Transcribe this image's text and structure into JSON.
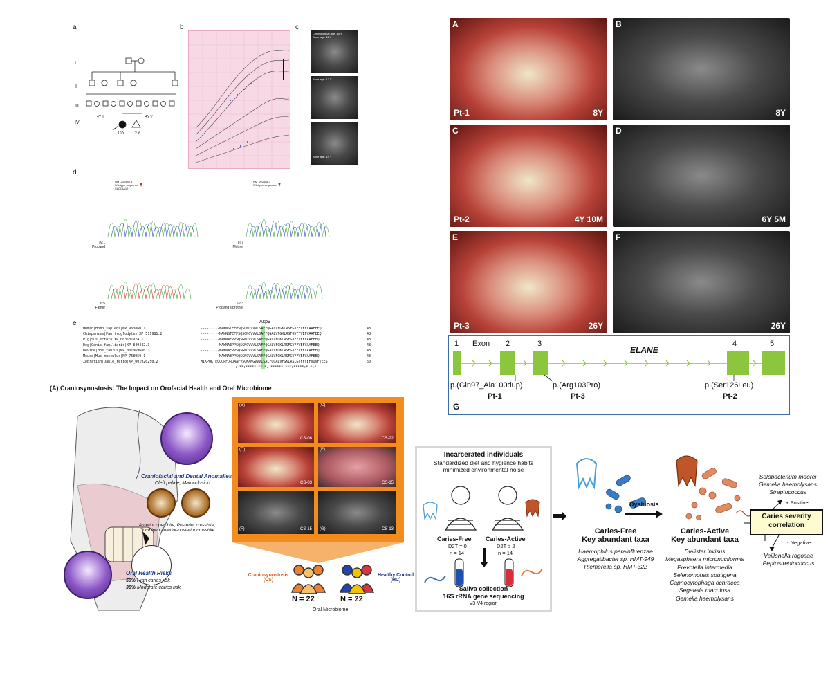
{
  "fig1": {
    "panels": [
      "a",
      "b",
      "c",
      "d",
      "e"
    ],
    "pedigree": {
      "generations": [
        "I",
        "II",
        "III",
        "IV"
      ],
      "ages": [
        "10 Y",
        "2 Y"
      ],
      "labels": [
        "4Y Y",
        "4Y Y"
      ]
    },
    "xray_captions": [
      "Chronological age: 10 Y\nBone age: 11 Y",
      "Bone age: 12 Y",
      "Bone age: 14 Y"
    ],
    "chromatograms": [
      {
        "title": "NM_201586.3\nWildtype sequence\nSLC16A12",
        "who": "IV:1\nProband"
      },
      {
        "title": "NM_201586.3\nWildtype sequence",
        "who": "III:7\nMother"
      },
      {
        "title": "",
        "who": "III:5\nFather"
      },
      {
        "title": "",
        "who": "IV:3\nProband's brother"
      }
    ],
    "alignment": {
      "header": "Asp9",
      "rows": [
        {
          "name": "Human|Homo_sapiens|NP_963860.1",
          "seq": "---------MAWNSTEFPSQSGNGVVVLSAFFQGALVFGKLRSFGVFFVEFVAAFEEQ",
          "n": "48"
        },
        {
          "name": "Chimpanzee|Pan_troglodytes|XP_511981.2",
          "seq": "---------MAWNSTEFPSQSGNGVVVLSAFFQGALVFGKLRSFGVFFVEFVAAFEEQ",
          "n": "48"
        },
        {
          "name": "Pig|Sus_scrofa|XP_003131974.1",
          "seq": "---------MAWNAEPPSQSGNGVVVLSAFFQGALVFGKLRSFGVFFVEFVAAFEEQ",
          "n": "48"
        },
        {
          "name": "Dog|Canis_familiaris|XP_849442.3",
          "seq": "---------MAWNAEPPSQSGNGVVVLSAFFQGALVFGKLRSFGVFFVEFVAAFEEQ",
          "n": "48"
        },
        {
          "name": "Bovine|Bos_taurus|NP_001069680.1",
          "seq": "---------MAWNAEPPSQSGNGVVVLSAFFQGALVFGKLRSFGVFFVEFVAAFEEQ",
          "n": "48"
        },
        {
          "name": "Mouse|Mus_musculus|NP_758959.1",
          "seq": "---------MAWNAEPPSQSGNGVVVLSAFFQGALVFGKLRSFGVFFVEFVAAFEEQ",
          "n": "48"
        },
        {
          "name": "Zebrafish|Danio_rerio|XP_001920250.2",
          "seq": "MIKPQKTECQQPFDRQAAFVSGKANGVVVLSALFQGALVFGKLRSLGVFFVEFVQVFTEES",
          "n": "60"
        }
      ],
      "consensus": ":  **:*****:** *. ******:***:*****:*  *:*"
    }
  },
  "fig2": {
    "panels": [
      {
        "letter": "A",
        "label": "Pt-1",
        "age": "8Y"
      },
      {
        "letter": "B",
        "label": "",
        "age": "8Y"
      },
      {
        "letter": "C",
        "label": "Pt-2",
        "age": "4Y 10M"
      },
      {
        "letter": "D",
        "label": "",
        "age": "6Y 5M"
      },
      {
        "letter": "E",
        "label": "Pt-3",
        "age": "26Y"
      },
      {
        "letter": "F",
        "label": "",
        "age": "26Y"
      }
    ],
    "gene": {
      "panel_letter": "G",
      "name": "ELANE",
      "exon_word": "Exon",
      "exons": [
        "1",
        "2",
        "3",
        "4",
        "5"
      ],
      "variants": [
        {
          "change": "p.(Gln97_Ala100dup)",
          "patient": "Pt-1"
        },
        {
          "change": "p.(Arg103Pro)",
          "patient": "Pt-3"
        },
        {
          "change": "p.(Ser126Leu)",
          "patient": "Pt-2"
        }
      ],
      "color": "#8cc63f"
    }
  },
  "fig3": {
    "title_prefix": "(A)",
    "title": "Craniosynostosis: The Impact on Orofacial Health and Oral Microbiome",
    "anomalies_title": "Craniofacial and Dental Anomalies",
    "anomalies_sub": "Cleft palate, Malocclusion",
    "bite_text": "Anterior open bite, Posterior crossbite,\nCombined anterior-posterior crossbite",
    "risks_title": "Oral Health Risks",
    "risk_high_pct": "50%",
    "risk_high": "High caries risk",
    "risk_mod_pct": "36%",
    "risk_mod": "Moderate caries risk",
    "photos": [
      {
        "letter": "(B)",
        "code": "CS-06"
      },
      {
        "letter": "(C)",
        "code": "CS-22"
      },
      {
        "letter": "(D)",
        "code": "CS-03"
      },
      {
        "letter": "(E)",
        "code": "CS-15"
      },
      {
        "letter": "(F)",
        "code": "CS-15"
      },
      {
        "letter": "(G)",
        "code": "CS-13"
      }
    ],
    "cs_label": "Craniosynostosis\n(CS)",
    "hc_label": "Healthy Control\n(HC)",
    "n_cs": "N = 22",
    "n_hc": "N = 22",
    "microbiome": "Oral Microbiome",
    "orange": "#f28c1e"
  },
  "fig4": {
    "box_title": "Incarcerated individuals",
    "box_sub": "Standardized diet and hygience habits\nminimized environmental noise",
    "cf_label": "Caries-Free",
    "cf_d2t": "D2T = 0",
    "cf_n": "n = 14",
    "ca_label": "Caries-Active",
    "ca_d2t": "D2T ≥ 2",
    "ca_n": "n = 14",
    "saliva": "Saliva collection",
    "seq": "16S rRNA gene sequencing",
    "region": "V3-V4 region",
    "dysbiosis": "Dysbiosis",
    "cf_taxa_title": "Caries-Free\nKey abundant taxa",
    "cf_taxa": [
      "Haemophilus parainfluenzae",
      "Aggregatibacter sp. HMT-949",
      "Riemerella sp. HMT-322"
    ],
    "ca_taxa_title": "Caries-Active\nKey abundant taxa",
    "ca_taxa": [
      "Dialister invisus",
      "Megasphaera micronuciformis",
      "Prevotella intermedia",
      "Selenomonas sputigena",
      "Capnocytophaga ochracea",
      "Segatella maculosa",
      "Gemella haemolysans"
    ],
    "severity": "Caries severity\ncorrelation",
    "positive": "+ Positive",
    "negative": "- Negative",
    "pos_taxa": [
      "Solobacterium moorei",
      "Gemella haemolysans",
      "Streptococcus"
    ],
    "neg_taxa": [
      "Veillonella rogosae",
      "Peptostreptococcus"
    ]
  }
}
